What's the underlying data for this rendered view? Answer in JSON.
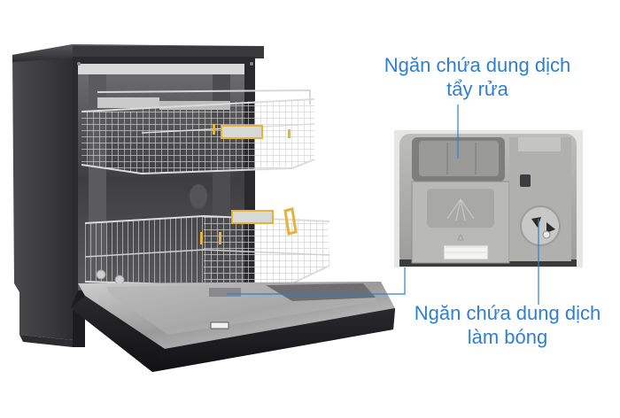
{
  "image": {
    "subject": "Black freestanding dishwasher with door open, upper and lower wire racks pulled out, plus close-up inset of detergent dispenser",
    "background_color": "#ffffff"
  },
  "callouts": {
    "detergent": {
      "line1": "Ngăn chứa dung dịch",
      "line2": "tẩy rửa"
    },
    "rinse_aid": {
      "line1": "Ngăn chứa dung dịch",
      "line2": "làm bóng"
    },
    "accent_color": "#2f7fd1"
  },
  "colors": {
    "body": "#3b3b3d",
    "body_dark": "#1f1f21",
    "rack_wire": "#c8c8c8",
    "rack_handle": "#e8b43a",
    "tub_steel": "#a9a9a9",
    "dispenser_plastic": "#a8a8a6"
  }
}
